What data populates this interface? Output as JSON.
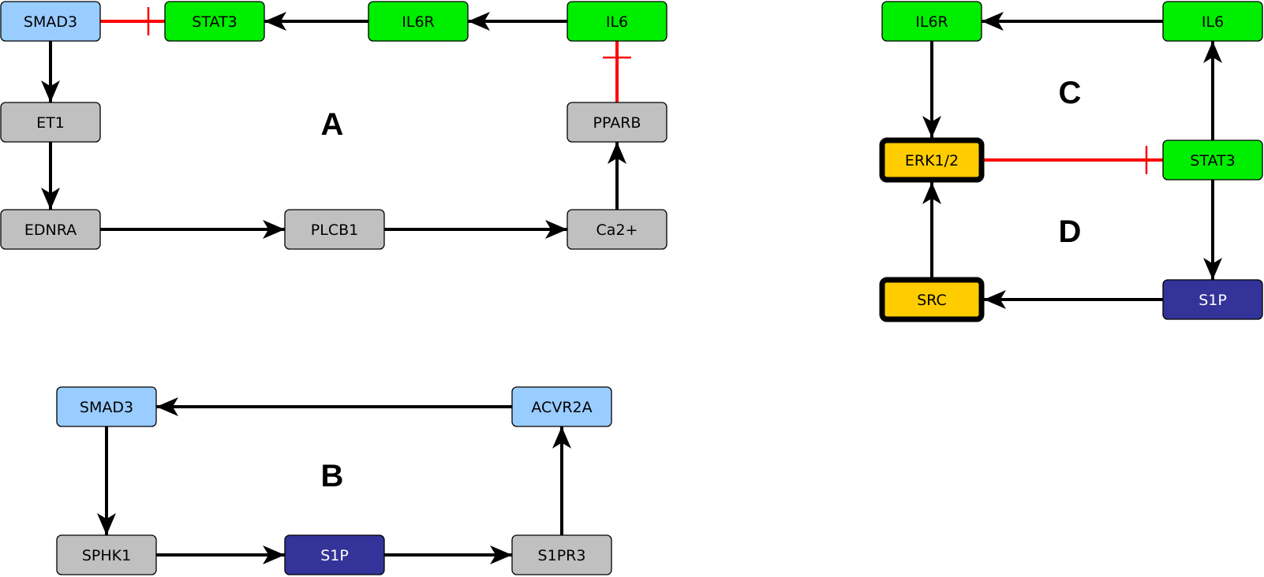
{
  "colors": {
    "gray": "#c0c0c0",
    "green": "#00ee00",
    "lightblue": "#99ccff",
    "navy": "#333399",
    "gold": "#ffcc00",
    "edge_activate": "#000000",
    "edge_inhibit": "#ff0000"
  },
  "panels": [
    {
      "id": "A",
      "label": "A"
    },
    {
      "id": "B",
      "label": "B"
    },
    {
      "id": "C",
      "label": "C"
    },
    {
      "id": "D",
      "label": "D"
    }
  ],
  "nodes": [
    {
      "id": "a_smad3",
      "label": "SMAD3",
      "color": "lightblue"
    },
    {
      "id": "a_stat3",
      "label": "STAT3",
      "color": "green"
    },
    {
      "id": "a_il6r",
      "label": "IL6R",
      "color": "green"
    },
    {
      "id": "a_il6",
      "label": "IL6",
      "color": "green"
    },
    {
      "id": "a_et1",
      "label": "ET1",
      "color": "gray"
    },
    {
      "id": "a_pparb",
      "label": "PPARB",
      "color": "gray"
    },
    {
      "id": "a_ednra",
      "label": "EDNRA",
      "color": "gray"
    },
    {
      "id": "a_plcb1",
      "label": "PLCB1",
      "color": "gray"
    },
    {
      "id": "a_ca2",
      "label": "Ca2+",
      "color": "gray"
    },
    {
      "id": "b_smad3",
      "label": "SMAD3",
      "color": "lightblue"
    },
    {
      "id": "b_acvr2a",
      "label": "ACVR2A",
      "color": "lightblue"
    },
    {
      "id": "b_sphk1",
      "label": "SPHK1",
      "color": "gray"
    },
    {
      "id": "b_s1p",
      "label": "S1P",
      "color": "navy"
    },
    {
      "id": "b_s1pr3",
      "label": "S1PR3",
      "color": "gray"
    },
    {
      "id": "c_il6r",
      "label": "IL6R",
      "color": "green"
    },
    {
      "id": "c_il6",
      "label": "IL6",
      "color": "green"
    },
    {
      "id": "c_erk",
      "label": "ERK1/2",
      "color": "gold",
      "bold": true
    },
    {
      "id": "c_stat3",
      "label": "STAT3",
      "color": "green"
    },
    {
      "id": "c_src",
      "label": "SRC",
      "color": "gold",
      "bold": true
    },
    {
      "id": "c_s1p",
      "label": "S1P",
      "color": "navy"
    }
  ],
  "edges": [
    {
      "from": "a_smad3",
      "to": "a_stat3",
      "type": "inhibit"
    },
    {
      "from": "a_il6r",
      "to": "a_stat3",
      "type": "activate"
    },
    {
      "from": "a_il6",
      "to": "a_il6r",
      "type": "activate"
    },
    {
      "from": "a_pparb",
      "to": "a_il6",
      "type": "inhibit"
    },
    {
      "from": "a_smad3",
      "to": "a_et1",
      "type": "activate"
    },
    {
      "from": "a_et1",
      "to": "a_ednra",
      "type": "activate"
    },
    {
      "from": "a_ednra",
      "to": "a_plcb1",
      "type": "activate"
    },
    {
      "from": "a_plcb1",
      "to": "a_ca2",
      "type": "activate"
    },
    {
      "from": "a_ca2",
      "to": "a_pparb",
      "type": "activate"
    },
    {
      "from": "b_acvr2a",
      "to": "b_smad3",
      "type": "activate"
    },
    {
      "from": "b_smad3",
      "to": "b_sphk1",
      "type": "activate"
    },
    {
      "from": "b_sphk1",
      "to": "b_s1p",
      "type": "activate"
    },
    {
      "from": "b_s1p",
      "to": "b_s1pr3",
      "type": "activate"
    },
    {
      "from": "b_s1pr3",
      "to": "b_acvr2a",
      "type": "activate"
    },
    {
      "from": "c_il6",
      "to": "c_il6r",
      "type": "activate"
    },
    {
      "from": "c_il6r",
      "to": "c_erk",
      "type": "activate"
    },
    {
      "from": "c_erk",
      "to": "c_stat3",
      "type": "inhibit"
    },
    {
      "from": "c_stat3",
      "to": "c_il6",
      "type": "activate"
    },
    {
      "from": "c_stat3",
      "to": "c_s1p",
      "type": "activate"
    },
    {
      "from": "c_s1p",
      "to": "c_src",
      "type": "activate"
    },
    {
      "from": "c_src",
      "to": "c_erk",
      "type": "activate"
    }
  ]
}
